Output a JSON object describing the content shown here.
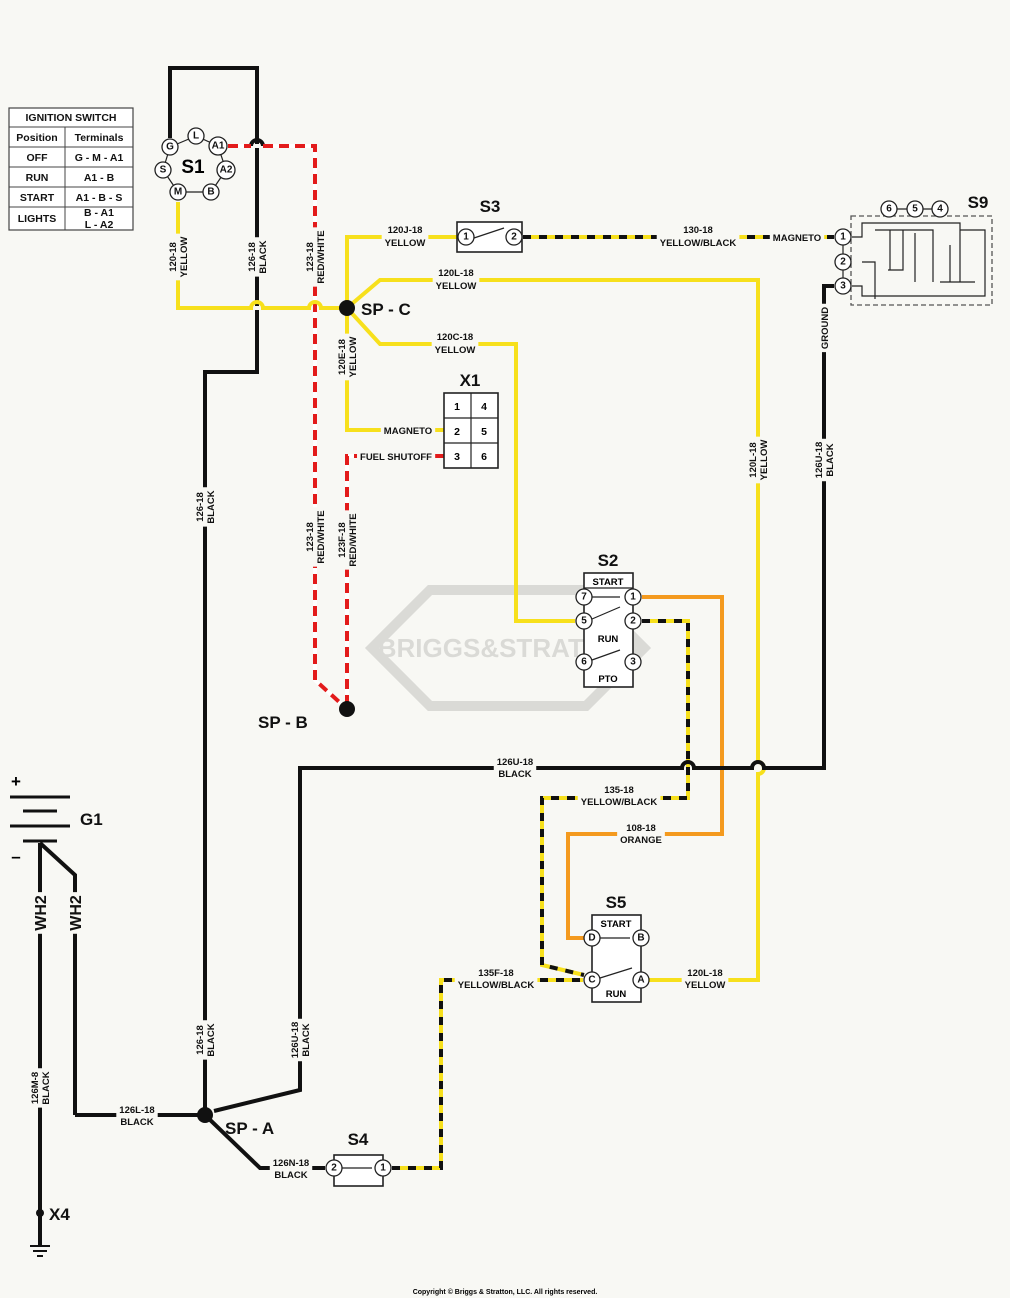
{
  "table": {
    "title": "IGNITION SWITCH",
    "headers": [
      "Position",
      "Terminals"
    ],
    "rows": [
      {
        "position": "OFF",
        "terminals": "G - M - A1"
      },
      {
        "position": "RUN",
        "terminals": "A1 - B"
      },
      {
        "position": "START",
        "terminals": "A1 - B - S"
      },
      {
        "position": "LIGHTS",
        "terminals": "B - A1",
        "terminals2": "L - A2"
      }
    ]
  },
  "components": {
    "s1": {
      "label": "S1",
      "terminals": {
        "g": "G",
        "l": "L",
        "a1": "A1",
        "a2": "A2",
        "b": "B",
        "m": "M",
        "s": "S"
      }
    },
    "s2": {
      "label": "S2",
      "start": "START",
      "run": "RUN",
      "pto": "PTO",
      "pins": [
        "7",
        "1",
        "5",
        "2",
        "6",
        "3"
      ]
    },
    "s3": {
      "label": "S3",
      "pins": [
        "1",
        "2"
      ]
    },
    "s4": {
      "label": "S4",
      "pins": [
        "2",
        "1"
      ]
    },
    "s5": {
      "label": "S5",
      "start": "START",
      "run": "RUN",
      "pins": [
        "D",
        "B",
        "C",
        "A"
      ]
    },
    "s9": {
      "label": "S9",
      "pins": [
        "1",
        "2",
        "3"
      ],
      "top_pins": [
        "6",
        "5",
        "4"
      ]
    },
    "x1": {
      "label": "X1",
      "cells": [
        "1",
        "4",
        "2",
        "5",
        "3",
        "6"
      ]
    },
    "g1": {
      "label": "G1",
      "plus": "+",
      "minus": "–"
    },
    "x4": {
      "label": "X4"
    },
    "spa": {
      "label": "SP - A"
    },
    "spb": {
      "label": "SP - B"
    },
    "spc": {
      "label": "SP - C"
    }
  },
  "pin_labels": {
    "x1_magneto": "MAGNETO",
    "x1_fuel": "FUEL SHUTOFF",
    "s9_magneto": "MAGNETO"
  },
  "wires": {
    "w120_s1": {
      "id": "120-18",
      "color": "YELLOW"
    },
    "w126_top": {
      "id": "126-18",
      "color": "BLACK"
    },
    "w123_top": {
      "id": "123-18",
      "color": "RED/WHITE"
    },
    "w120j": {
      "id": "120J-18",
      "color": "YELLOW"
    },
    "w130": {
      "id": "130-18",
      "color": "YELLOW/BLACK"
    },
    "w120l_top": {
      "id": "120L-18",
      "color": "YELLOW"
    },
    "w120c": {
      "id": "120C-18",
      "color": "YELLOW"
    },
    "w120e": {
      "id": "120E-18",
      "color": "YELLOW"
    },
    "w126_mid": {
      "id": "126-18",
      "color": "BLACK"
    },
    "w123_mid": {
      "id": "123-18",
      "color": "RED/WHITE"
    },
    "w123f": {
      "id": "123F-18",
      "color": "RED/WHITE"
    },
    "w120l_v": {
      "id": "120L-18",
      "color": "YELLOW"
    },
    "w126u_v": {
      "id": "126U-18",
      "color": "BLACK"
    },
    "ground": {
      "id": "GROUND"
    },
    "w126u_h": {
      "id": "126U-18",
      "color": "BLACK"
    },
    "w135": {
      "id": "135-18",
      "color": "YELLOW/BLACK"
    },
    "w108": {
      "id": "108-18",
      "color": "ORANGE"
    },
    "w135f": {
      "id": "135F-18",
      "color": "YELLOW/BLACK"
    },
    "w120l_bot": {
      "id": "120L-18",
      "color": "YELLOW"
    },
    "w126_bot": {
      "id": "126-18",
      "color": "BLACK"
    },
    "w126u_bot": {
      "id": "126U-18",
      "color": "BLACK"
    },
    "w126m": {
      "id": "126M-8",
      "color": "BLACK"
    },
    "w126l": {
      "id": "126L-18",
      "color": "BLACK"
    },
    "w126n": {
      "id": "126N-18",
      "color": "BLACK"
    },
    "wh2_a": {
      "id": "WH2"
    },
    "wh2_b": {
      "id": "WH2"
    }
  },
  "watermark": "BRIGGS&STRATTON",
  "copyright": "Copyright © Briggs & Stratton, LLC. All rights reserved.",
  "colors": {
    "yellow": "#f7e01c",
    "black": "#111111",
    "orange": "#f49a1e",
    "red": "#e31b1b",
    "background": "#f8f8f4"
  }
}
